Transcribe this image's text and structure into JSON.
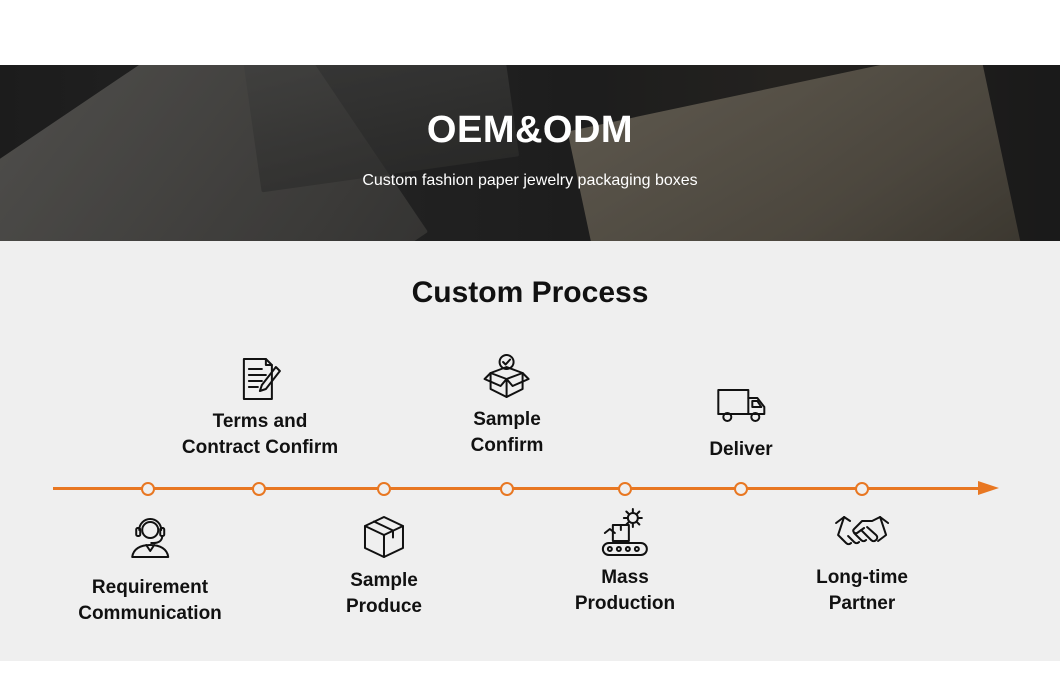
{
  "banner": {
    "title": "OEM&ODM",
    "subtitle": "Custom fashion paper jewelry packaging boxes"
  },
  "process": {
    "title": "Custom Process",
    "accent_color": "#e87722",
    "steps": [
      {
        "lines": [
          "Requirement",
          "Communication"
        ],
        "icon": "headset-agent-icon",
        "position": "below"
      },
      {
        "lines": [
          "Terms and",
          "Contract Confirm"
        ],
        "icon": "contract-document-icon",
        "position": "above"
      },
      {
        "lines": [
          "Sample",
          "Produce"
        ],
        "icon": "box-icon",
        "position": "below"
      },
      {
        "lines": [
          "Sample",
          "Confirm"
        ],
        "icon": "open-box-check-icon",
        "position": "above"
      },
      {
        "lines": [
          "Mass",
          "Production"
        ],
        "icon": "conveyor-gear-icon",
        "position": "below"
      },
      {
        "lines": [
          "Deliver"
        ],
        "icon": "delivery-truck-icon",
        "position": "above"
      },
      {
        "lines": [
          "Long-time",
          "Partner"
        ],
        "icon": "handshake-icon",
        "position": "below"
      }
    ]
  }
}
